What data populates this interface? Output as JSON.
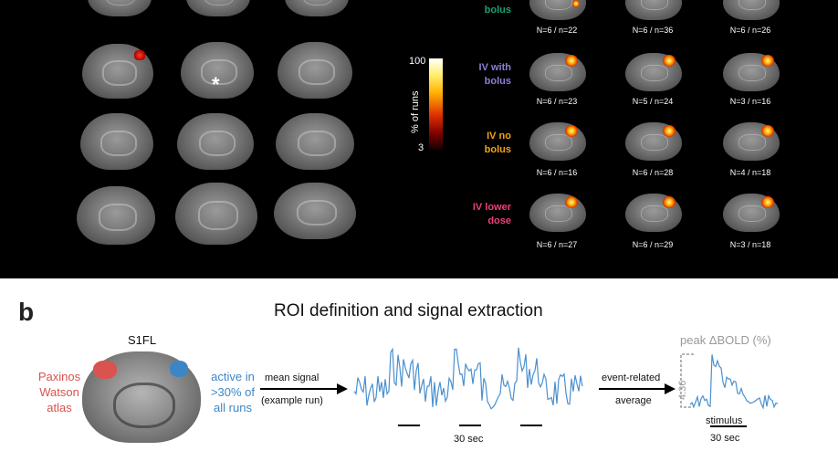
{
  "panel_a": {
    "colorbar": {
      "max": "100",
      "min": "3",
      "label": "% of runs"
    },
    "groups": [
      {
        "label_lines": [
          "bolus"
        ],
        "color": "#1aa36f",
        "n": [
          "N=6 / n=22",
          "N=6 / n=36",
          "N=6 / n=26"
        ]
      },
      {
        "label_lines": [
          "IV with",
          "bolus"
        ],
        "color": "#8c7fd6",
        "n": [
          "N=6 / n=23",
          "N=5 / n=24",
          "N=3 / n=16"
        ]
      },
      {
        "label_lines": [
          "IV no",
          "bolus"
        ],
        "color": "#f5a316",
        "n": [
          "N=6 / n=16",
          "N=6 / n=28",
          "N=4 / n=18"
        ]
      },
      {
        "label_lines": [
          "IV lower",
          "dose"
        ],
        "color": "#e8417d",
        "n": [
          "N=6 / n=27",
          "N=6 / n=29",
          "N=3 / n=18"
        ]
      }
    ],
    "asterisk": "*"
  },
  "panel_b": {
    "label": "b",
    "title": "ROI definition and signal extraction",
    "s1fl": "S1FL",
    "atlas_lines": [
      "Paxinos",
      "Watson",
      "atlas"
    ],
    "active_lines": [
      "active in",
      ">30% of",
      "all runs"
    ],
    "arrow1_top": "mean signal",
    "arrow1_bottom": "(example run)",
    "timescale1": "30 sec",
    "arrow2_top": "event-related",
    "arrow2_bottom": "average",
    "peak_label": "peak ΔBOLD (%)",
    "peak_value": "4.36",
    "stimulus_label": "stimulus",
    "timescale2": "30 sec"
  },
  "colors": {
    "atlas": "#d9534f",
    "active": "#3c86c6",
    "trace": "#4a90d0"
  }
}
